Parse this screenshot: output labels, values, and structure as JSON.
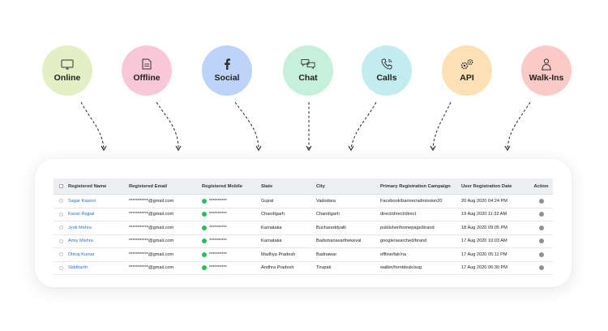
{
  "sources": [
    {
      "label": "Online",
      "icon": "monitor-icon",
      "color": "#e5efc6"
    },
    {
      "label": "Offline",
      "icon": "document-icon",
      "color": "#f8c8d8"
    },
    {
      "label": "Social",
      "icon": "facebook-icon",
      "color": "#bdd3f7"
    },
    {
      "label": "Chat",
      "icon": "chat-bubbles-icon",
      "color": "#c6efdc"
    },
    {
      "label": "Calls",
      "icon": "phone-icon",
      "color": "#c2ecef"
    },
    {
      "label": "API",
      "icon": "gears-icon",
      "color": "#fde0b4"
    },
    {
      "label": "Walk-Ins",
      "icon": "person-icon",
      "color": "#f9cac6"
    }
  ],
  "table": {
    "headers": [
      "Registered Name",
      "Registered Email",
      "Registered Mobile",
      "State",
      "City",
      "Primary Registration Campaign",
      "User Registration Date",
      "Action"
    ],
    "rows": [
      {
        "name": "Sagar Kapoor",
        "email": "***********@gmail.com",
        "mobile": "**********",
        "state": "Gujrat",
        "city": "Vadodara",
        "campaign": "Facebook/banner/admission20",
        "date": "20 Aug 2020 04:24 PM"
      },
      {
        "name": "Karan Rajpal",
        "email": "***********@gmail.com",
        "mobile": "**********",
        "state": "Chandigarh",
        "city": "Chandigarh",
        "campaign": "direct/direct/direct",
        "date": "19 Aug 2020 11:32 AM"
      },
      {
        "name": "Jyoti Mehra",
        "email": "***********@gmail.com",
        "mobile": "**********",
        "state": "Karnataka",
        "city": "Buchareddyalli",
        "campaign": "publisher/homepage/brand",
        "date": "18 Aug 2020 09:05 PM"
      },
      {
        "name": "Amiy Mishra",
        "email": "***********@gmail.com",
        "mobile": "**********",
        "state": "Karnataka",
        "city": "Badsmanavarthekeval",
        "campaign": "google/searched/brand",
        "date": "17 Aug 2020 10:03 AM"
      },
      {
        "name": "Dhiraj Kumar",
        "email": "***********@gmail.com",
        "mobile": "**********",
        "state": "Madhya Pradesh",
        "city": "Badnawar",
        "campaign": "offline/fair/na",
        "date": "17 Aug 2020 05:11 PM"
      },
      {
        "name": "Siddharth",
        "email": "***********@gmail.com",
        "mobile": "**********",
        "state": "Andhra Pradesh",
        "city": "Tirupati",
        "campaign": "walkin/forntdesk/aug",
        "date": "17 Aug 2020 06:30 PM"
      }
    ]
  }
}
